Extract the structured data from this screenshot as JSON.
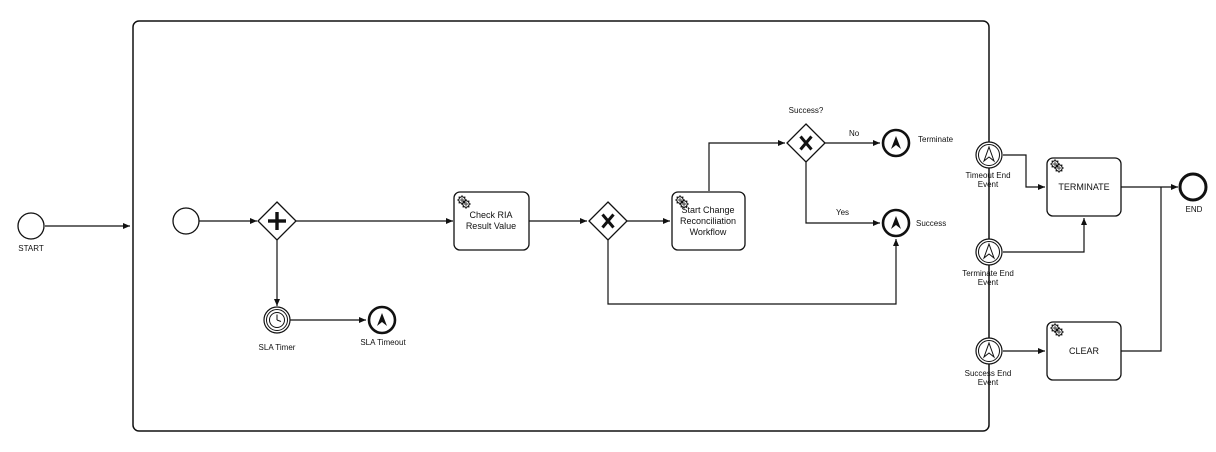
{
  "diagram": {
    "events": {
      "start": "START",
      "end": "END",
      "sla_timer": "SLA Timer",
      "sla_timeout": "SLA Timeout",
      "terminate": "Terminate",
      "success": "Success",
      "timeout_end_1": "Timeout End",
      "timeout_end_2": "Event",
      "terminate_end_1": "Terminate End",
      "terminate_end_2": "Event",
      "success_end_1": "Success End",
      "success_end_2": "Event"
    },
    "tasks": {
      "check_1": "Check RIA",
      "check_2": "Result Value",
      "recon_1": "Start Change",
      "recon_2": "Reconciliation",
      "recon_3": "Workflow",
      "terminate": "TERMINATE",
      "clear": "CLEAR"
    },
    "gateways": {
      "success_question": "Success?",
      "no": "No",
      "yes": "Yes"
    }
  }
}
